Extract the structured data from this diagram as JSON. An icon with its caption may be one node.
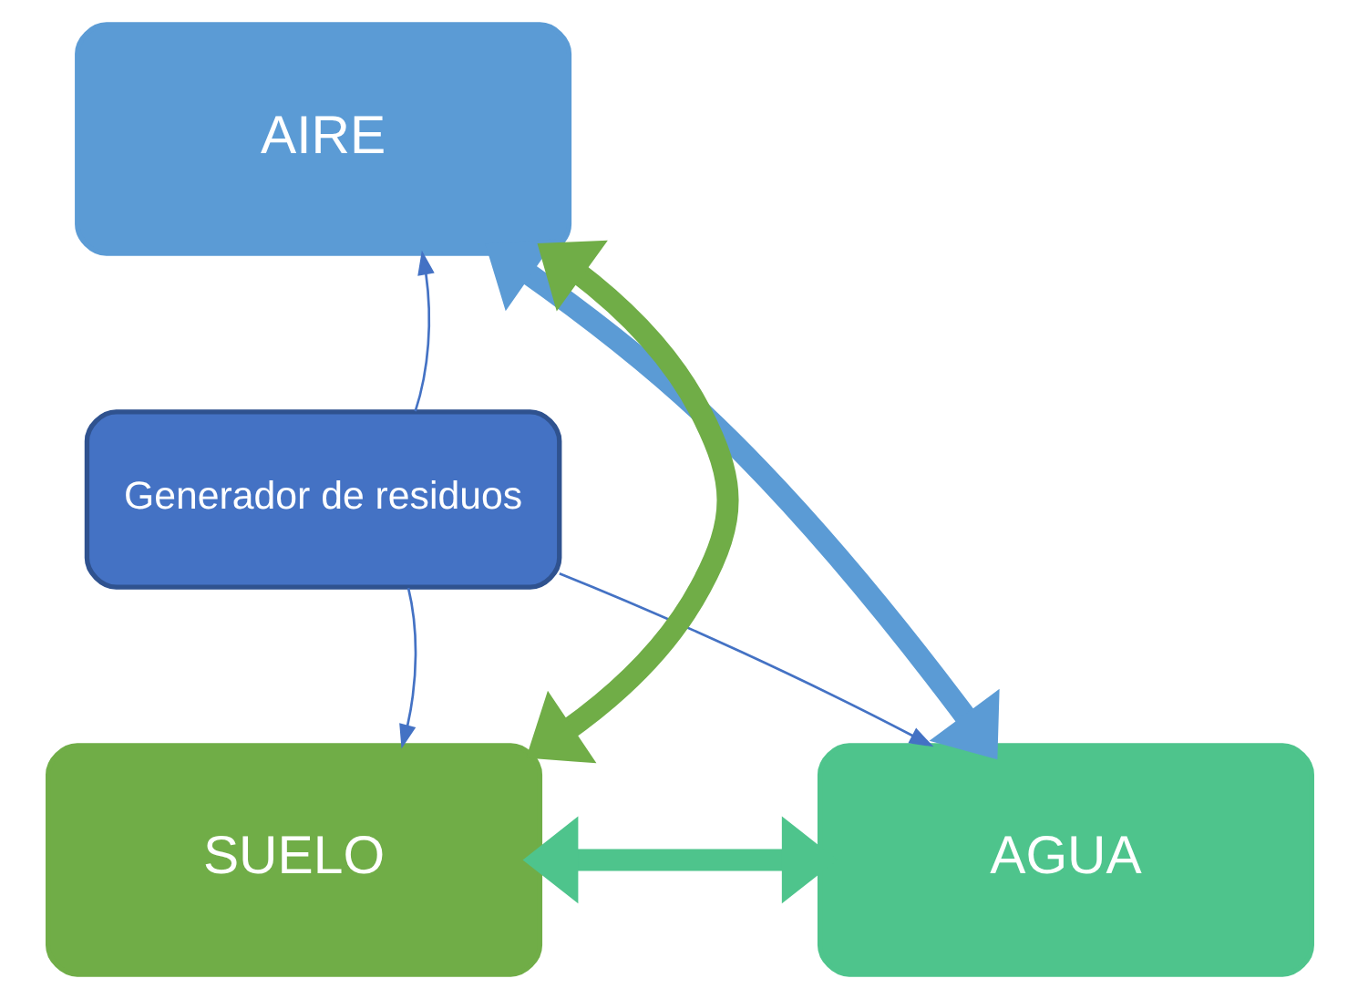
{
  "diagram": {
    "nodes": [
      {
        "text": [
          "AIRE"
        ]
      },
      {
        "text": [
          "Generador de residuos"
        ]
      },
      {
        "text": [
          "SUELO"
        ]
      },
      {
        "text": [
          "AGUA"
        ]
      }
    ],
    "edges": [
      {
        "from": 1,
        "to": 0,
        "arrow": "to"
      },
      {
        "from": 1,
        "to": 2,
        "arrow": "to"
      },
      {
        "from": 1,
        "to": 3,
        "arrow": "to"
      },
      {
        "from": 2,
        "to": 0,
        "arrow": "both",
        "style": "thick",
        "color": "#70ad47"
      },
      {
        "from": 0,
        "to": 3,
        "arrow": "both",
        "style": "thick",
        "color": "#5b9bd5"
      },
      {
        "from": 2,
        "to": 3,
        "arrow": "both",
        "style": "thick",
        "color": "#4ec48c"
      }
    ]
  }
}
